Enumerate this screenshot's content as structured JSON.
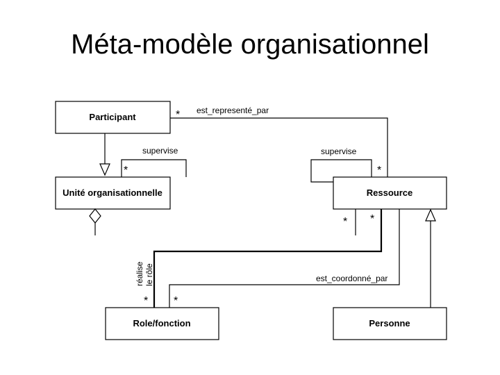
{
  "title": "Méta-modèle organisationnel",
  "classes": {
    "participant": "Participant",
    "unite": "Unité organisationnelle",
    "ressource": "Ressource",
    "role": "Role/fonction",
    "personne": "Personne"
  },
  "associations": {
    "est_represente_par": "est_representé_par",
    "supervise_left": "supervise",
    "supervise_right": "supervise",
    "realise": "réalise",
    "le_role": "le rôle",
    "est_coordonne_par": "est_coordonné_par"
  },
  "multiplicities": {
    "star": "*"
  }
}
